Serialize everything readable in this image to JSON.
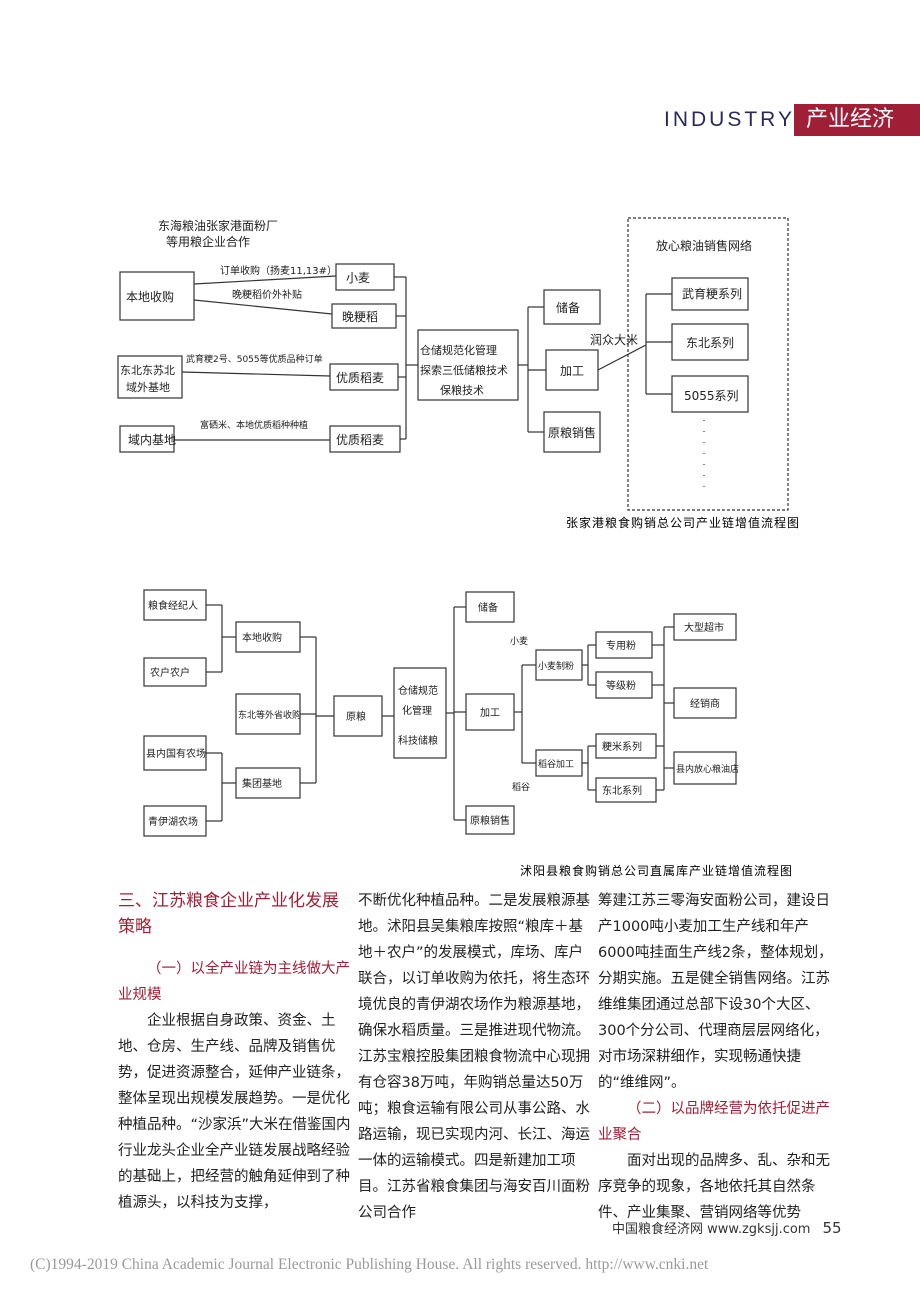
{
  "header": {
    "industry_en": "INDUSTRY",
    "industry_zh": "产业经济"
  },
  "diagram1": {
    "top_note_1": "东海粮油张家港面粉厂",
    "top_note_2": "等用粮企业合作",
    "order_label": "订单收购（扬麦11,13#）",
    "price_label": "晚粳稻价外补贴",
    "nodes": {
      "local": "本地收购",
      "northeast_1": "东北东苏北",
      "northeast_2": "域外基地",
      "domestic": "域内基地",
      "wheat": "小麦",
      "late_rice": "晚粳稻",
      "quality_rice_1": "优质稻麦",
      "quality_rice_2": "优质稻麦",
      "storage_1": "仓储规范化管理",
      "storage_2": "探索三低储粮技术",
      "storage_3": "保粮技术",
      "reserve": "储备",
      "process": "加工",
      "raw_sales": "原粮销售",
      "network_title": "放心粮油销售网络",
      "series_1": "武育粳系列",
      "series_2": "东北系列",
      "series_3": "5055系列"
    },
    "link_northeast": "武育粳2号、5055等优质品种订单",
    "link_domestic": "富硒米、本地优质稻种种植",
    "link_rice": "润众大米",
    "caption": "张家港粮食购销总公司产业链增值流程图"
  },
  "diagram2": {
    "nodes": {
      "broker": "粮食经纪人",
      "farmer": "农户农户",
      "local_buy": "本地收购",
      "northeast_buy": "东北等外省收购",
      "county_farm": "县内国有农场",
      "base_plant": "集团基地",
      "qingyi_farm": "青伊湖农场",
      "raw_grain": "原粮",
      "storage_1": "仓储规范",
      "storage_2": "化管理",
      "storage_3": "科技储粮",
      "reserve": "储备",
      "process": "加工",
      "wheat_mill": "小麦制粉",
      "rice_mill": "稻谷加工",
      "flour_special": "专用粉",
      "flour_grade": "等级粉",
      "rice_series_1": "粳米系列",
      "rice_series_2": "东北系列",
      "raw_sales": "原粮销售",
      "supermarket": "大型超市",
      "dealer": "经销商",
      "county_store": "县内放心粮油店"
    },
    "label_wheat": "小麦",
    "label_rice": "稻谷",
    "caption": "沭阳县粮食购销总公司直属库产业链增值流程图"
  },
  "article": {
    "section_title": "三、江苏粮食企业产业化发展策略",
    "sub1": "（一）以全产业链为主线做大产业规模",
    "col1_para": "企业根据自身政策、资金、土地、仓房、生产线、品牌及销售优势，促进资源整合，延伸产业链条，整体呈现出规模发展趋势。一是优化种植品种。“沙家浜”大米在借鉴国内行业龙头企业全产业链发展战略经验的基础上，把经营的触角延伸到了种植源头，以科技为支撑，",
    "col2_para": "不断优化种植品种。二是发展粮源基地。沭阳县吴集粮库按照“粮库＋基地＋农户”的发展模式，库场、库户联合，以订单收购为依托，将生态环境优良的青伊湖农场作为粮源基地，确保水稻质量。三是推进现代物流。江苏宝粮控股集团粮食物流中心现拥有仓容38万吨，年购销总量达50万吨；粮食运输有限公司从事公路、水路运输，现已实现内河、长江、海运一体的运输模式。四是新建加工项目。江苏省粮食集团与海安百川面粉公司合作",
    "col3_para": "筹建江苏三零海安面粉公司，建设日产1000吨小麦加工生产线和年产6000吨挂面生产线2条，整体规划，分期实施。五是健全销售网络。江苏维维集团通过总部下设30个大区、300个分公司、代理商层层网络化，对市场深耕细作，实现畅通快捷的“维维网”。",
    "sub2": "（二）以品牌经营为依托促进产业聚合",
    "col3_para2": "面对出现的品牌多、乱、杂和无序竞争的现象，各地依托其自然条件、产业集聚、营销网络等优势"
  },
  "footer": {
    "site": "中国粮食经济网 www.zgksjj.com",
    "page": "55"
  },
  "copyright": "(C)1994-2019 China Academic Journal Electronic Publishing House. All rights reserved.    http://www.cnki.net"
}
